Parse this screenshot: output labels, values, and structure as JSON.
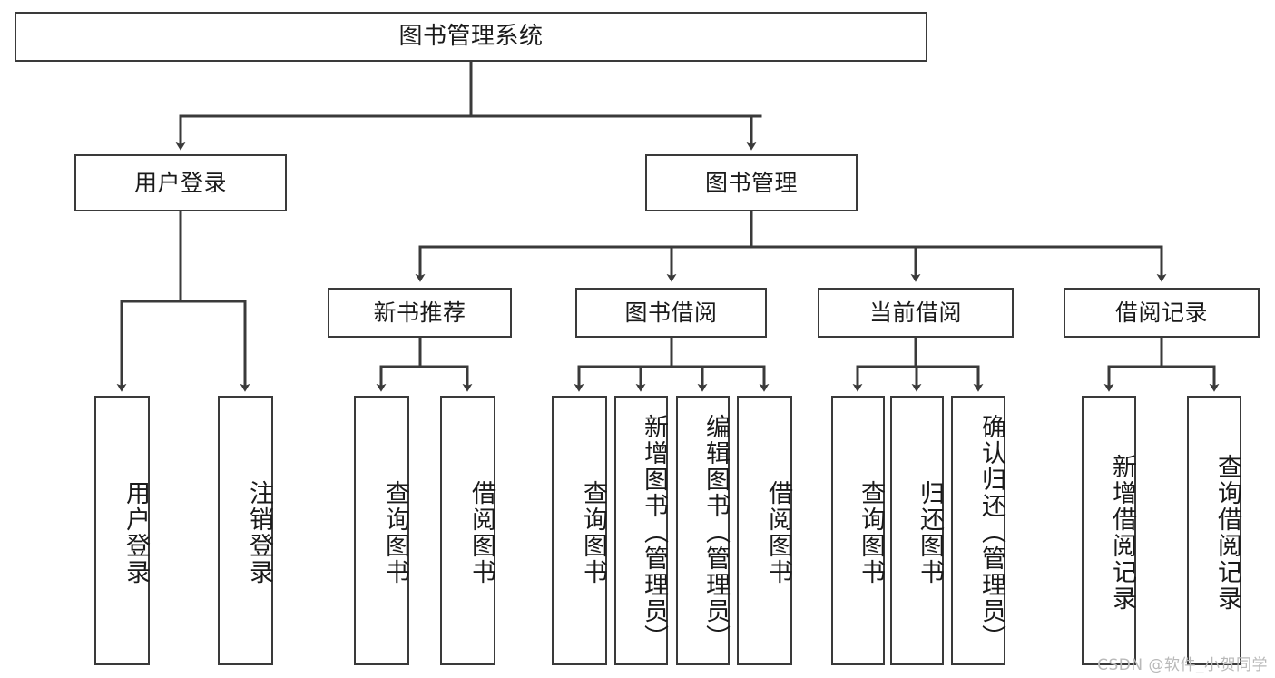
{
  "diagram": {
    "title": "图书管理系统",
    "type": "tree-hierarchy-chart",
    "root": {
      "id": "root",
      "label": "图书管理系统"
    },
    "level2": [
      {
        "id": "user-login",
        "label": "用户登录"
      },
      {
        "id": "book-manage",
        "label": "图书管理"
      }
    ],
    "level3": [
      {
        "id": "new-book-recommend",
        "label": "新书推荐",
        "parent": "book-manage"
      },
      {
        "id": "book-borrow",
        "label": "图书借阅",
        "parent": "book-manage"
      },
      {
        "id": "current-borrow",
        "label": "当前借阅",
        "parent": "book-manage"
      },
      {
        "id": "borrow-record",
        "label": "借阅记录",
        "parent": "book-manage"
      }
    ],
    "leaves": {
      "user_login": [
        {
          "id": "leaf-user-login",
          "label": "用户登录"
        },
        {
          "id": "leaf-logout-login",
          "label": "注销登录"
        }
      ],
      "new_book_recommend": [
        {
          "id": "leaf-query-book-1",
          "label": "查询图书"
        },
        {
          "id": "leaf-borrow-book-1",
          "label": "借阅图书"
        }
      ],
      "book_borrow": [
        {
          "id": "leaf-query-book-2",
          "label": "查询图书"
        },
        {
          "id": "leaf-add-book",
          "label": "新增图书（管理员）"
        },
        {
          "id": "leaf-edit-book",
          "label": "编辑图书（管理员）"
        },
        {
          "id": "leaf-borrow-book-2",
          "label": "借阅图书"
        }
      ],
      "current_borrow": [
        {
          "id": "leaf-query-book-3",
          "label": "查询图书"
        },
        {
          "id": "leaf-return-book",
          "label": "归还图书"
        },
        {
          "id": "leaf-confirm-return",
          "label": "确认归还（管理员）"
        }
      ],
      "borrow_record": [
        {
          "id": "leaf-add-record",
          "label": "新增借阅记录"
        },
        {
          "id": "leaf-query-record",
          "label": "查询借阅记录"
        }
      ]
    }
  },
  "watermark": {
    "text": "CSDN @软件_小贺同学"
  },
  "colors": {
    "stroke": "#3a3a3a",
    "background": "#ffffff",
    "text": "#1a1a1a",
    "watermark": "#b9b9b9"
  }
}
